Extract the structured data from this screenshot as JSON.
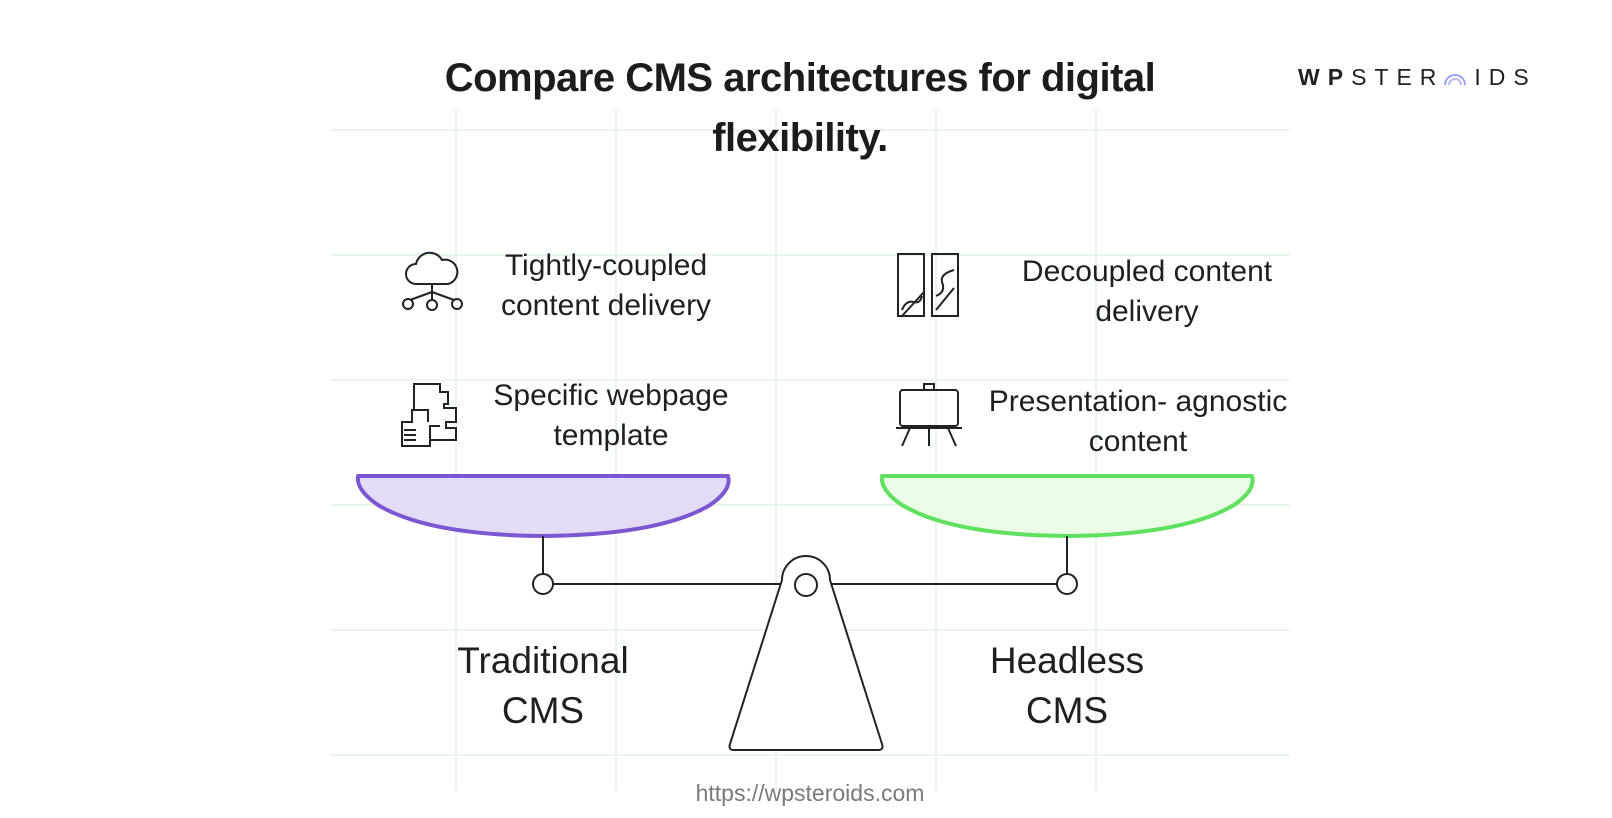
{
  "title": "Compare CMS architectures for digital flexibility.",
  "logo": {
    "left": "WP",
    "mid": "STER",
    "right": "IDS"
  },
  "left": {
    "name": "Traditional CMS",
    "name_line1": "Traditional",
    "name_line2": "CMS",
    "items": [
      {
        "icon": "cloud-network-icon",
        "line1": "Tightly-coupled",
        "line2": "content delivery"
      },
      {
        "icon": "floor-plan-icon",
        "line1": "Specific webpage",
        "line2": "template"
      }
    ],
    "pan_color": "#7b57d1",
    "pan_fill": "#e4dcf6"
  },
  "right": {
    "name": "Headless CMS",
    "name_line1": "Headless",
    "name_line2": "CMS",
    "items": [
      {
        "icon": "split-panels-icon",
        "line1": "Decoupled content",
        "line2": "delivery"
      },
      {
        "icon": "presentation-easel-icon",
        "line1": "Presentation- agnostic",
        "line2": "content"
      }
    ],
    "pan_color": "#5fe05f",
    "pan_fill": "#eafbe6"
  },
  "footer_url": "https://wpsteroids.com"
}
